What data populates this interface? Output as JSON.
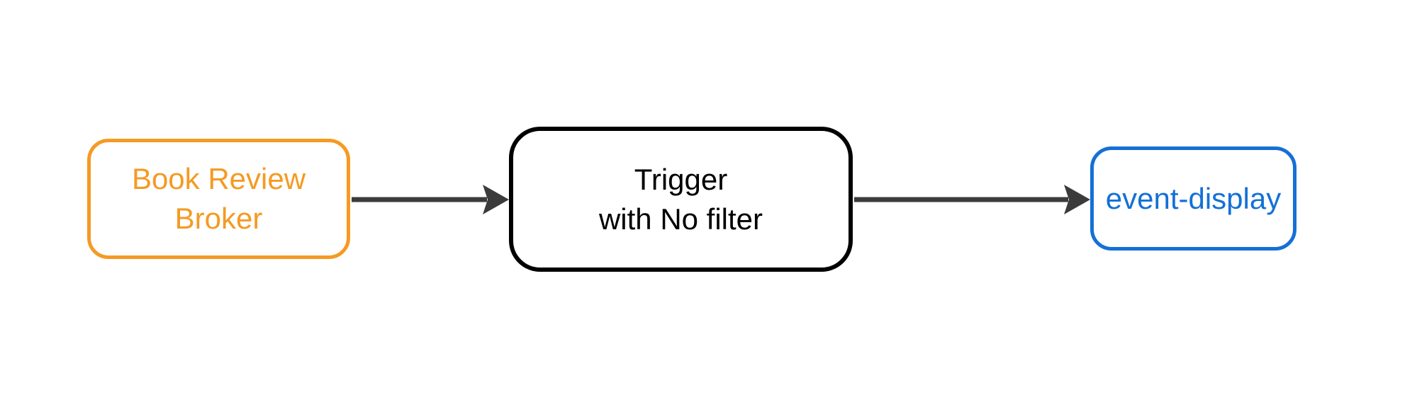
{
  "canvas": {
    "background": "#FFFFFF"
  },
  "diagram": {
    "type": "flow",
    "arrow_color": "#3B3B3B",
    "nodes": [
      {
        "id": "book-review-broker",
        "label": "Book Review Broker",
        "lines": [
          "Book Review",
          "Broker"
        ],
        "color": "#F59A23",
        "shape": "rounded-rect"
      },
      {
        "id": "trigger",
        "label": "Trigger with No filter",
        "lines": [
          "Trigger",
          "with No filter"
        ],
        "color": "#000000",
        "shape": "rounded-rect"
      },
      {
        "id": "event-display",
        "label": "event-display",
        "lines": [
          "event-display"
        ],
        "color": "#1470D6",
        "shape": "rounded-rect"
      }
    ],
    "edges": [
      {
        "from": "book-review-broker",
        "to": "trigger",
        "style": "arrow"
      },
      {
        "from": "trigger",
        "to": "event-display",
        "style": "arrow"
      }
    ]
  }
}
